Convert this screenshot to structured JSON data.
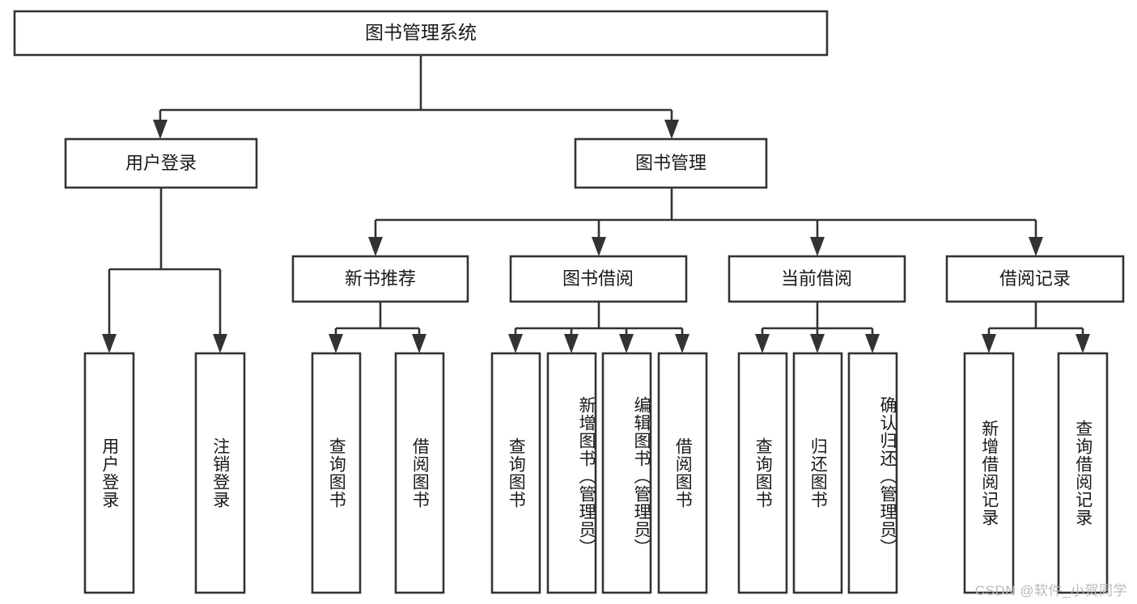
{
  "diagram": {
    "type": "hierarchy-tree",
    "title": "图书管理系统",
    "watermark": "CSDN @软件_小贺同学",
    "root": {
      "id": "root",
      "label": "图书管理系统"
    },
    "level2": [
      {
        "id": "user-login",
        "label": "用户登录"
      },
      {
        "id": "book-management",
        "label": "图书管理"
      }
    ],
    "level3": [
      {
        "id": "new-book-recommend",
        "label": "新书推荐",
        "parent": "book-management"
      },
      {
        "id": "book-borrow",
        "label": "图书借阅",
        "parent": "book-management"
      },
      {
        "id": "current-borrow",
        "label": "当前借阅",
        "parent": "book-management"
      },
      {
        "id": "borrow-record",
        "label": "借阅记录",
        "parent": "book-management"
      }
    ],
    "leaves": [
      {
        "id": "leaf-user-login",
        "label": "用户登录",
        "parent": "user-login"
      },
      {
        "id": "leaf-logout-login",
        "label": "注销登录",
        "parent": "user-login"
      },
      {
        "id": "leaf-query-book-1",
        "label": "查询图书",
        "parent": "new-book-recommend"
      },
      {
        "id": "leaf-borrow-book-1",
        "label": "借阅图书",
        "parent": "new-book-recommend"
      },
      {
        "id": "leaf-query-book-2",
        "label": "查询图书",
        "parent": "book-borrow"
      },
      {
        "id": "leaf-add-book",
        "label": "新增图书（管理员）",
        "parent": "book-borrow"
      },
      {
        "id": "leaf-edit-book",
        "label": "编辑图书（管理员）",
        "parent": "book-borrow"
      },
      {
        "id": "leaf-borrow-book-2",
        "label": "借阅图书",
        "parent": "book-borrow"
      },
      {
        "id": "leaf-query-book-3",
        "label": "查询图书",
        "parent": "current-borrow"
      },
      {
        "id": "leaf-return-book",
        "label": "归还图书",
        "parent": "current-borrow"
      },
      {
        "id": "leaf-confirm-return",
        "label": "确认归还（管理员）",
        "parent": "current-borrow"
      },
      {
        "id": "leaf-add-record",
        "label": "新增借阅记录",
        "parent": "borrow-record"
      },
      {
        "id": "leaf-query-record",
        "label": "查询借阅记录",
        "parent": "borrow-record"
      }
    ],
    "colors": {
      "stroke": "#333333",
      "box_fill": "#ffffff",
      "text": "#1a1a1a",
      "watermark": "#b9b9b9",
      "background": "#ffffff"
    }
  }
}
